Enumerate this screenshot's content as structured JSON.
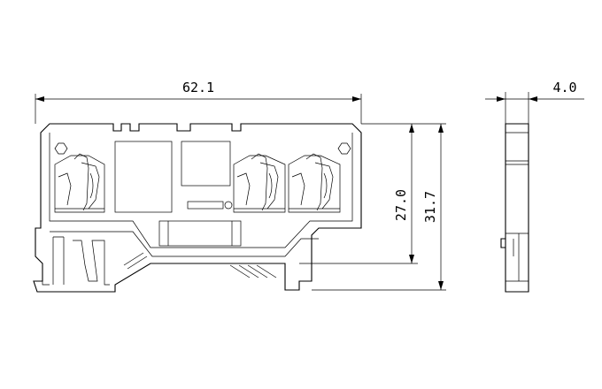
{
  "dimensions": {
    "overall_width": "62.1",
    "thickness": "4.0",
    "inner_height": "27.0",
    "overall_height": "31.7"
  },
  "colors": {
    "line": "#000000",
    "background": "#ffffff"
  }
}
